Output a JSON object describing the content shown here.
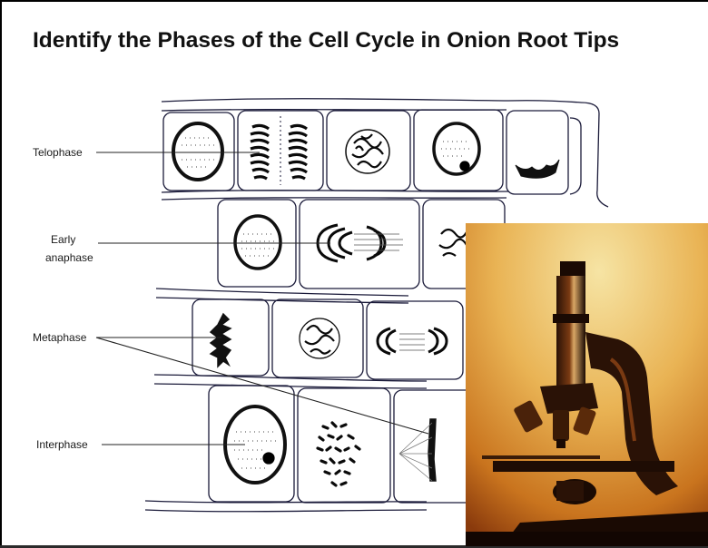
{
  "title": "Identify the Phases of the Cell Cycle in Onion Root Tips",
  "labels": {
    "telophase": "Telophase",
    "early_anaphase_line1": "Early",
    "early_anaphase_line2": "anaphase",
    "metaphase": "Metaphase",
    "interphase": "Interphase"
  },
  "photo": {
    "subject": "microscope",
    "colors": {
      "bright": "#f6e4a4",
      "mid": "#d98c2e",
      "dark": "#5a2006"
    }
  }
}
